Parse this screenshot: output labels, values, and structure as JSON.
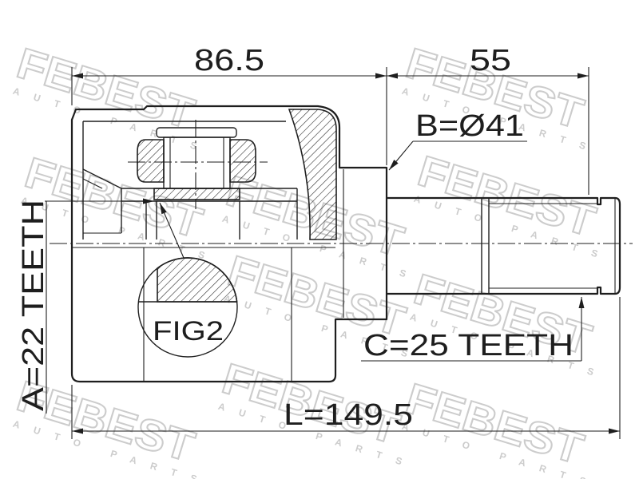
{
  "drawing": {
    "dimensions": {
      "housing_length": "86.5",
      "shaft_length": "55",
      "total_length": "L=149.5"
    },
    "specs": {
      "outer_teeth": "A=22 TEETH",
      "seal_diameter": "B=Ø41",
      "shaft_teeth": "C=25 TEETH"
    },
    "detail_label": "FIG2"
  },
  "watermark": {
    "brand": "FEBEST",
    "tagline": "AUTO PARTS"
  },
  "colors": {
    "line": "#1e1e1e",
    "watermark": "#cccccc",
    "background": "#ffffff"
  }
}
